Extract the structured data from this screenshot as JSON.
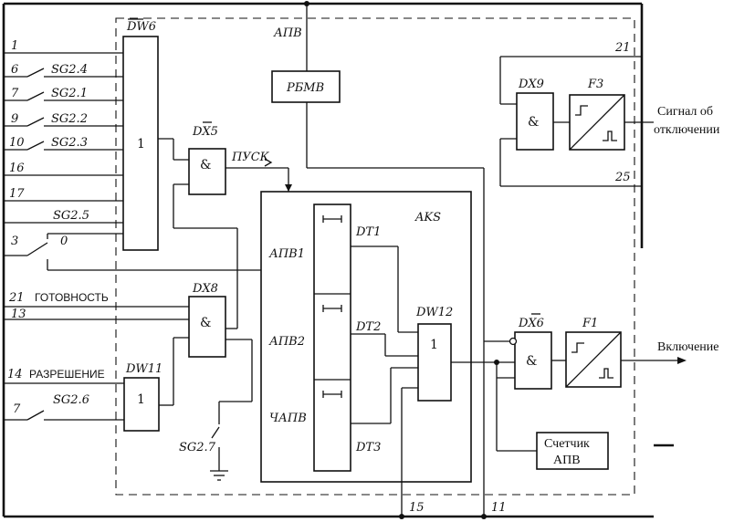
{
  "blocks": {
    "dw6": "DW6",
    "dx5": "DX5",
    "dx8": "DX8",
    "dw11": "DW11",
    "dx9": "DX9",
    "f3": "F3",
    "dx6": "DX6",
    "f1": "F1",
    "dw12": "DW12",
    "aks": "AKS",
    "apv": "АПВ",
    "rbmv": "РБМВ",
    "dt1": "DT1",
    "dt2": "DT2",
    "dt3": "DT3",
    "counter_line1": "Счетчик",
    "counter_line2": "АПВ"
  },
  "gate_symbols": {
    "or": "1",
    "and": "&",
    "zero": "0"
  },
  "terminals": {
    "t1": "1",
    "t6": "6",
    "t7a": "7",
    "t9": "9",
    "t10": "10",
    "t16": "16",
    "t17": "17",
    "t3": "3",
    "t21a": "21",
    "t13": "13",
    "t14": "14",
    "t7b": "7",
    "t21b": "21",
    "t25": "25",
    "t15": "15",
    "t11": "11"
  },
  "switches": {
    "sg24": "SG2.4",
    "sg21": "SG2.1",
    "sg22": "SG2.2",
    "sg23": "SG2.3",
    "sg25": "SG2.5",
    "sg26": "SG2.6",
    "sg27": "SG2.7"
  },
  "signals": {
    "pusk": "ПУСК",
    "gotovnost": "ГОТОВНОСТЬ",
    "razreshenie": "РАЗРЕШЕНИЕ",
    "apv1": "АПВ1",
    "apv2": "АПВ2",
    "chapv": "ЧАПВ",
    "trip_line1": "Сигнал об",
    "trip_line2": "отключении",
    "close": "Включение"
  }
}
